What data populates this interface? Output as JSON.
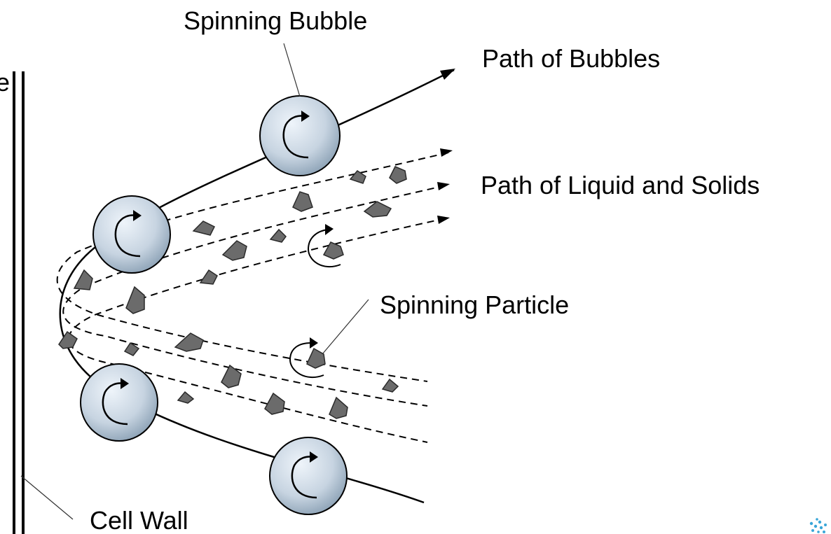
{
  "labels": {
    "spinning_bubble": "Spinning Bubble",
    "path_of_bubbles": "Path of Bubbles",
    "path_of_liquid_and_solids": "Path of Liquid and Solids",
    "spinning_particle": "Spinning Particle",
    "cell_wall": "Cell Wall",
    "clipped_left_fragment": "e"
  },
  "colors": {
    "line": "#000000",
    "bubble_center": "#e6eef6",
    "bubble_edge": "#8aa0b4",
    "particle_fill": "#6b6b6b",
    "particle_stroke": "#2a2a2a",
    "logo_dots": "#3aa6d8"
  },
  "icons": {
    "bubble_spin": "curved-arrow-icon",
    "particle_spin": "curved-arrow-icon",
    "logo": "dots-logo-icon"
  }
}
